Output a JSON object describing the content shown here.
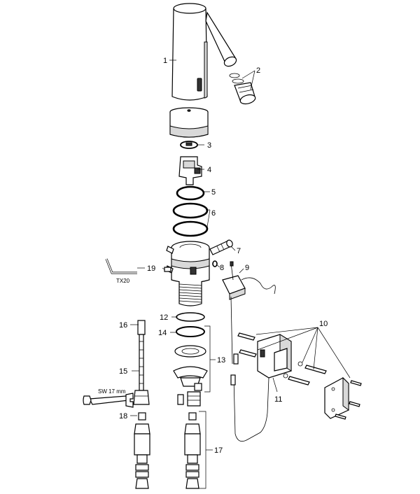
{
  "callouts": {
    "c1": "1",
    "c2": "2",
    "c3": "3",
    "c4": "4",
    "c5": "5",
    "c6": "6",
    "c7": "7",
    "c8": "8",
    "c9": "9",
    "c10": "10",
    "c11": "11",
    "c12": "12",
    "c13": "13",
    "c14": "14",
    "c15": "15",
    "c16": "16",
    "c17": "17",
    "c18": "18",
    "c19": "19"
  },
  "tool_labels": {
    "torx": "TX20",
    "wrench": "SW 17 mm"
  }
}
